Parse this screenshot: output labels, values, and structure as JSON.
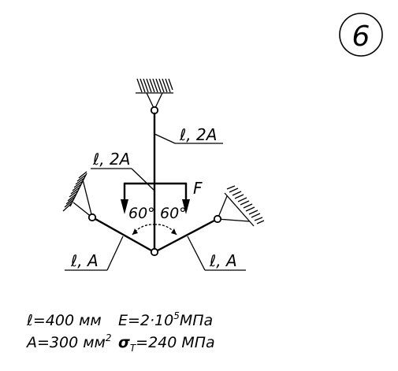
{
  "problem_number": "6",
  "labels": {
    "rod_top_right": "ℓ, 2A",
    "rod_top_left": "ℓ, 2A",
    "rod_left": "ℓ, A",
    "rod_right": "ℓ, A",
    "force": "F",
    "angle_left": "60°",
    "angle_right": "60°"
  },
  "params": {
    "l": "ℓ=400 мм",
    "A": "A=300 мм",
    "A_sup": "2",
    "E": "E=2·10",
    "E_sup": "5",
    "E_unit": "МПа",
    "sigma": "σ",
    "sigma_sub": "T",
    "sigma_val": "=240 МПа"
  }
}
